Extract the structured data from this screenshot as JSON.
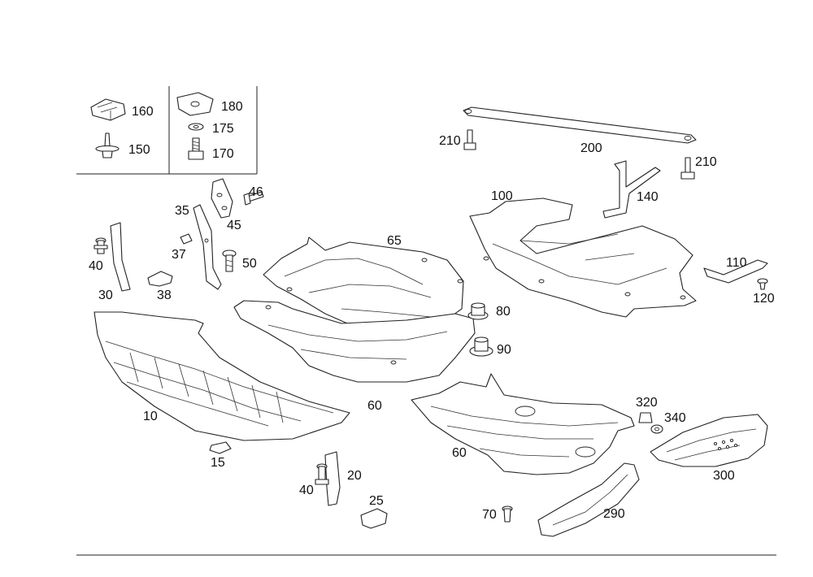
{
  "diagram": {
    "callouts": [
      {
        "id": "160",
        "label": "160"
      },
      {
        "id": "150",
        "label": "150"
      },
      {
        "id": "180",
        "label": "180"
      },
      {
        "id": "175",
        "label": "175"
      },
      {
        "id": "170",
        "label": "170"
      },
      {
        "id": "210a",
        "label": "210"
      },
      {
        "id": "200",
        "label": "200"
      },
      {
        "id": "210b",
        "label": "210"
      },
      {
        "id": "100",
        "label": "100"
      },
      {
        "id": "140",
        "label": "140"
      },
      {
        "id": "46",
        "label": "46"
      },
      {
        "id": "35",
        "label": "35"
      },
      {
        "id": "45",
        "label": "45"
      },
      {
        "id": "65",
        "label": "65"
      },
      {
        "id": "37",
        "label": "37"
      },
      {
        "id": "40a",
        "label": "40"
      },
      {
        "id": "50",
        "label": "50"
      },
      {
        "id": "110",
        "label": "110"
      },
      {
        "id": "120",
        "label": "120"
      },
      {
        "id": "30",
        "label": "30"
      },
      {
        "id": "38",
        "label": "38"
      },
      {
        "id": "80",
        "label": "80"
      },
      {
        "id": "90",
        "label": "90"
      },
      {
        "id": "60a",
        "label": "60"
      },
      {
        "id": "320",
        "label": "320"
      },
      {
        "id": "10",
        "label": "10"
      },
      {
        "id": "340",
        "label": "340"
      },
      {
        "id": "60b",
        "label": "60"
      },
      {
        "id": "15",
        "label": "15"
      },
      {
        "id": "20",
        "label": "20"
      },
      {
        "id": "300",
        "label": "300"
      },
      {
        "id": "40b",
        "label": "40"
      },
      {
        "id": "25",
        "label": "25"
      },
      {
        "id": "70",
        "label": "70"
      },
      {
        "id": "290",
        "label": "290"
      }
    ]
  }
}
